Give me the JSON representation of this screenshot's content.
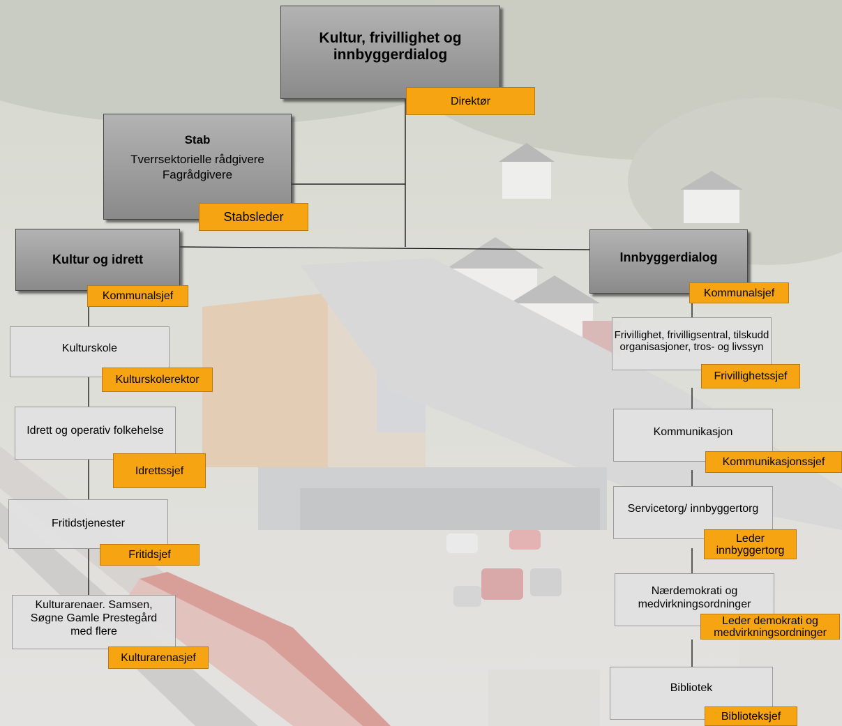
{
  "colors": {
    "tag_fill": "#f7a412",
    "dark_box": "#9a9a9a",
    "light_box": "#e1e1e1",
    "lines": "#000000"
  },
  "top": {
    "title": "Kultur, frivillighet og innbyggerdialog",
    "role": "Direktør"
  },
  "stab": {
    "title": "Stab",
    "line1": "Tverrsektorielle rådgivere",
    "line2": "Fagrådgivere",
    "role": "Stabsleder"
  },
  "kultur": {
    "title": "Kultur og idrett",
    "role": "Kommunalsjef",
    "units": [
      {
        "name": "Kulturskole",
        "role": "Kulturskolerektor"
      },
      {
        "name": "Idrett og operativ folkehelse",
        "role": "Idrettssjef"
      },
      {
        "name": "Fritidstjenester",
        "role": "Fritidsjef"
      },
      {
        "name": "Kulturarenaer. Samsen, Søgne Gamle Prestegård med flere",
        "role": "Kulturarenasjef"
      }
    ]
  },
  "innbygger": {
    "title": "Innbyggerdialog",
    "role": "Kommunalsjef",
    "units": [
      {
        "name": "Frivillighet, frivilligsentral, tilskudd organisasjoner, tros- og livssyn",
        "role": "Frivillighetssjef"
      },
      {
        "name": "Kommunikasjon",
        "role": "Kommunikasjonssjef"
      },
      {
        "name": "Servicetorg/ innbyggertorg",
        "role": "Leder innbyggertorg"
      },
      {
        "name": "Nærdemokrati og medvirkningsordninger",
        "role": "Leder demokrati og medvirkningsordninger"
      },
      {
        "name": "Bibliotek",
        "role": "Biblioteksjef"
      }
    ]
  }
}
